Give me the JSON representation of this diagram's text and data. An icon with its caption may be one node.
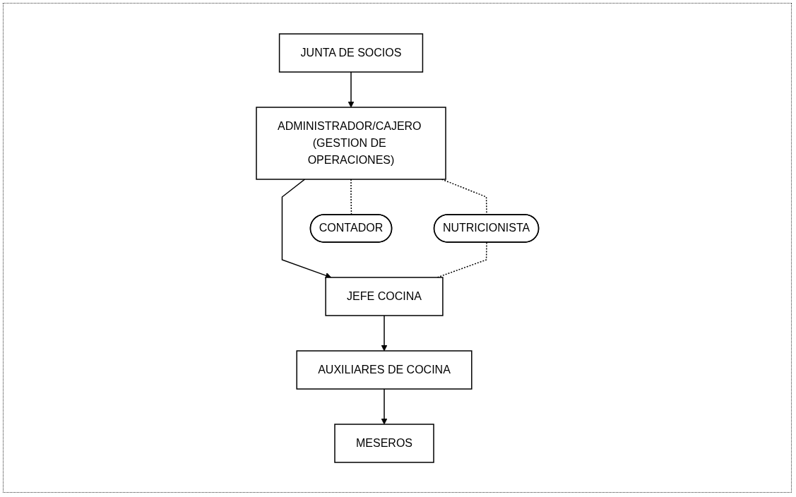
{
  "diagram": {
    "nodes": [
      {
        "text": [
          "JUNTA DE SOCIOS"
        ]
      },
      {
        "text": [
          "ADMINISTRADOR/CAJERO (GESTION DE OPERACIONES)"
        ]
      },
      {
        "text": [
          "NUTRICIONISTA"
        ]
      },
      {
        "text": [
          "CONTADOR"
        ]
      },
      {
        "text": [
          "JEFE COCINA"
        ]
      },
      {
        "text": [
          "AUXILIARES DE COCINA"
        ]
      },
      {
        "text": [
          "MESEROS"
        ]
      }
    ],
    "edges": [
      {
        "from": 0,
        "to": 1,
        "arrow": "to"
      },
      {
        "from": 1,
        "to": 2,
        "arrow": "none",
        "style": "dashed"
      },
      {
        "from": 1,
        "to": 3,
        "arrow": "none",
        "style": "dashed"
      },
      {
        "from": 1,
        "to": 4,
        "arrow": "to"
      },
      {
        "from": 2,
        "to": 4,
        "arrow": "none",
        "style": "dashed"
      },
      {
        "from": 4,
        "to": 5,
        "arrow": "to"
      },
      {
        "from": 5,
        "to": 6,
        "arrow": "to"
      }
    ]
  }
}
